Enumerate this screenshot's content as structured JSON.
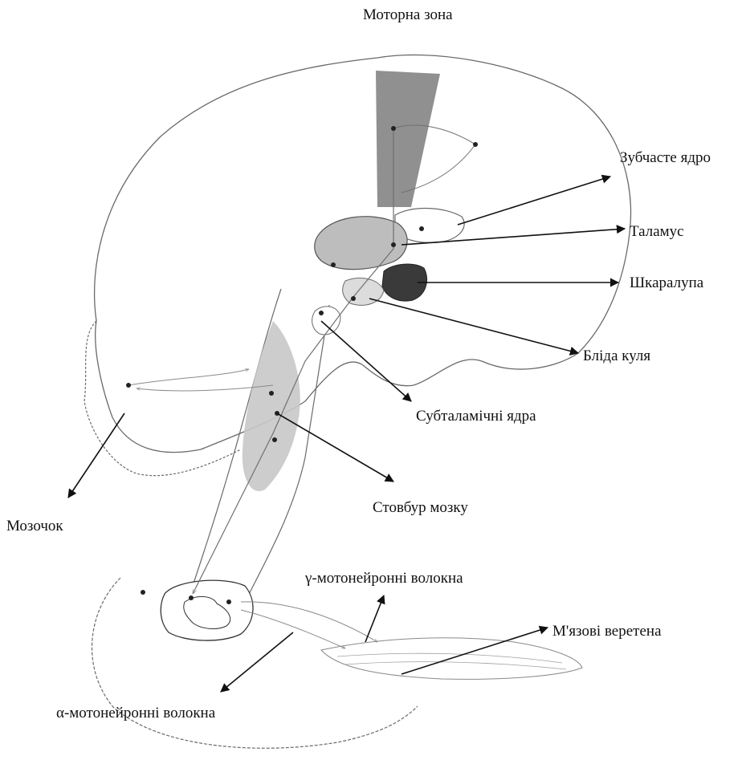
{
  "labels": {
    "motor_zone": "Моторна зона",
    "dentate_nucleus": "Зубчасте ядро",
    "thalamus": "Таламус",
    "putamen": "Шкаралупа",
    "globus_pallidus": "Бліда куля",
    "subthalamic_nuclei": "Субталамічні ядра",
    "brain_stem": "Стовбур мозку",
    "cerebellum": "Мозочок",
    "gamma_fibers": "γ-мотонейронні волокна",
    "muscle_spindles": "М'язові веретена",
    "alpha_fibers": "α-мотонейронні волокна"
  },
  "colors": {
    "ink": "#111111",
    "outline": "#6a6a6a",
    "motor_strip": "#7d7d7d",
    "thalamus_fill": "#bdbdbd",
    "putamen_fill": "#3a3a3a",
    "stem_shade": "#c8c8c8"
  }
}
